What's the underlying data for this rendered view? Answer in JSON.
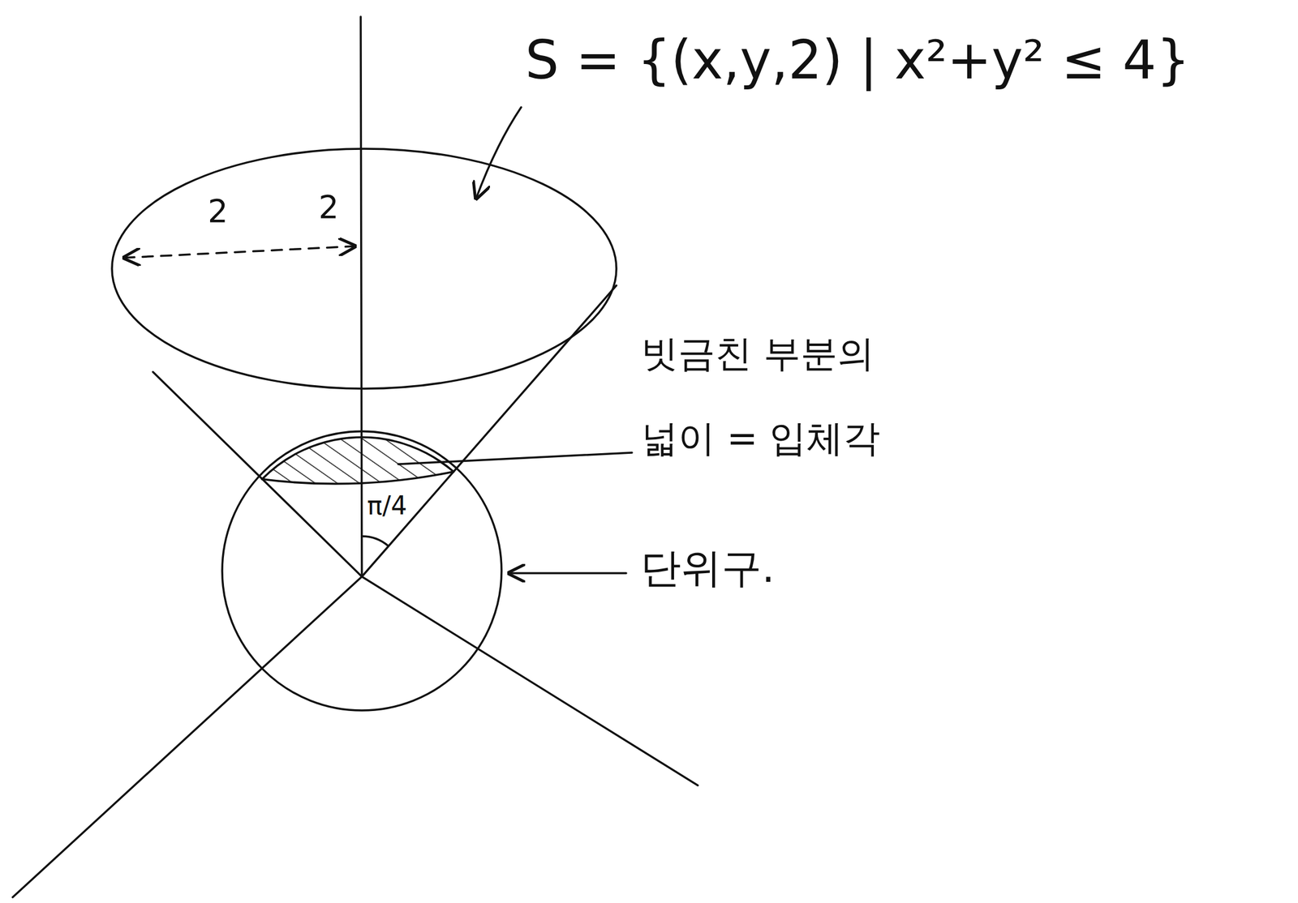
{
  "diagram": {
    "labels": [
      "S = {(x,y,2) | x²+y² ≤ 4}",
      "2",
      "2",
      "빗금친 부분의 넓이 = 입체각",
      "π/4",
      "단위구."
    ]
  }
}
